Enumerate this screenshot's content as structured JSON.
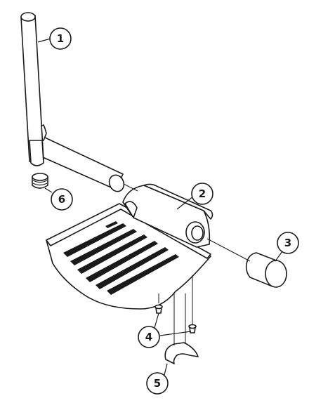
{
  "diagram": {
    "callouts": [
      {
        "id": "1",
        "label": "1",
        "part": "hanger-tube"
      },
      {
        "id": "2",
        "label": "2",
        "part": "footplate-bracket"
      },
      {
        "id": "3",
        "label": "3",
        "part": "end-cap"
      },
      {
        "id": "4",
        "label": "4",
        "part": "screws"
      },
      {
        "id": "5",
        "label": "5",
        "part": "clip"
      },
      {
        "id": "6",
        "label": "6",
        "part": "plug"
      }
    ],
    "colors": {
      "line": "#1a1a1a",
      "fill": "#ffffff"
    }
  }
}
